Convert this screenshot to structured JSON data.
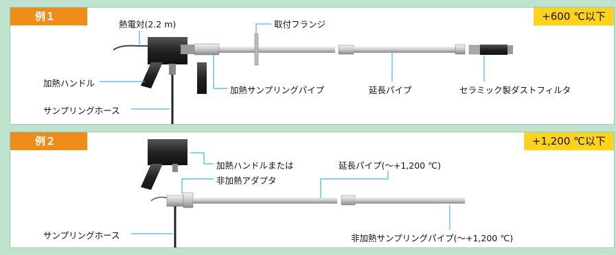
{
  "colors": {
    "background": "#bfe3cc",
    "example_tab": "#f08c1a",
    "temperature_badge": "#ffd21e",
    "leader_line": "#3cb6e6"
  },
  "example1": {
    "tab": "例１",
    "temperature": "+600 ℃以下",
    "labels": {
      "thermocouple": "熱電対(2.2 m)",
      "mounting_flange": "取付フランジ",
      "heating_handle": "加熱ハンドル",
      "heated_sampling_pipe": "加熱サンプリングパイプ",
      "extension_pipe": "延長パイプ",
      "ceramic_dust_filter": "セラミック製ダストフィルタ",
      "sampling_hose": "サンプリングホース"
    }
  },
  "example2": {
    "tab": "例２",
    "temperature": "+1,200 ℃以下",
    "labels": {
      "heating_handle_or": "加熱ハンドルまたは",
      "non_heated_adapter": "非加熱アダプタ",
      "extension_pipe": "延長パイプ(〜+1,200 ℃)",
      "sampling_hose": "サンプリングホース",
      "non_heated_sampling_pipe": "非加熱サンプリングパイプ(〜+1,200 ℃)"
    }
  }
}
